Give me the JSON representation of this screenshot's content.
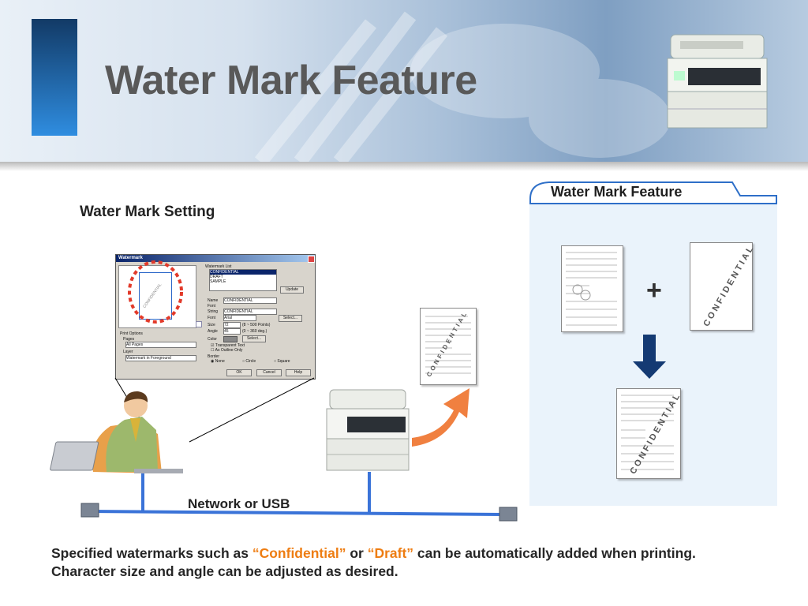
{
  "title": "Water Mark Feature",
  "setting_label": "Water Mark Setting",
  "panel_tab": "Water Mark Feature",
  "network_label": "Network or USB",
  "plus_sign": "+",
  "dialog": {
    "title": "Watermark",
    "list_label": "Watermark List",
    "list_items": [
      "CONFIDENTIAL",
      "DRAFT",
      "SAMPLE"
    ],
    "update_button": "Update",
    "name_label": "Name",
    "name_value": "CONFIDENTIAL",
    "font_label": "Font",
    "string_label": "String",
    "string_value": "CONFIDENTIAL",
    "fontsel_label": "Font",
    "font_value": "Arial",
    "select_button": "Select...",
    "size_label": "Size",
    "size_value": "72",
    "size_range": "(8 ~ 500 Points)",
    "angle_label": "Angle",
    "angle_value": "45",
    "angle_range": "(0 ~ 360 deg.)",
    "color_label": "Color",
    "color_button": "Select...",
    "transparent_label": "Transparent Text",
    "outline_label": "As Outline Only",
    "border_label": "Border",
    "border_none": "None",
    "border_circle": "Circle",
    "border_square": "Square",
    "print_options": "Print Options",
    "pages_label": "Pages",
    "pages_value": "All Pages",
    "layer_label": "Layer",
    "layer_value": "Watermark in Foreground",
    "ok": "OK",
    "cancel": "Cancel",
    "help": "Help",
    "preview_text": "CONFIDENTIAL"
  },
  "watermark_text": "CONFIDENTIAL",
  "description": {
    "part1": "Specified watermarks such as ",
    "highlight1": "“Confidential”",
    "part2": " or ",
    "highlight2": "“Draft”",
    "part3": " can be automatically added when printing.  Character size and angle can be adjusted as desired."
  },
  "colors": {
    "accent_orange": "#ee7d12",
    "network_blue": "#3a73d8",
    "arrow_navy": "#143a73"
  }
}
